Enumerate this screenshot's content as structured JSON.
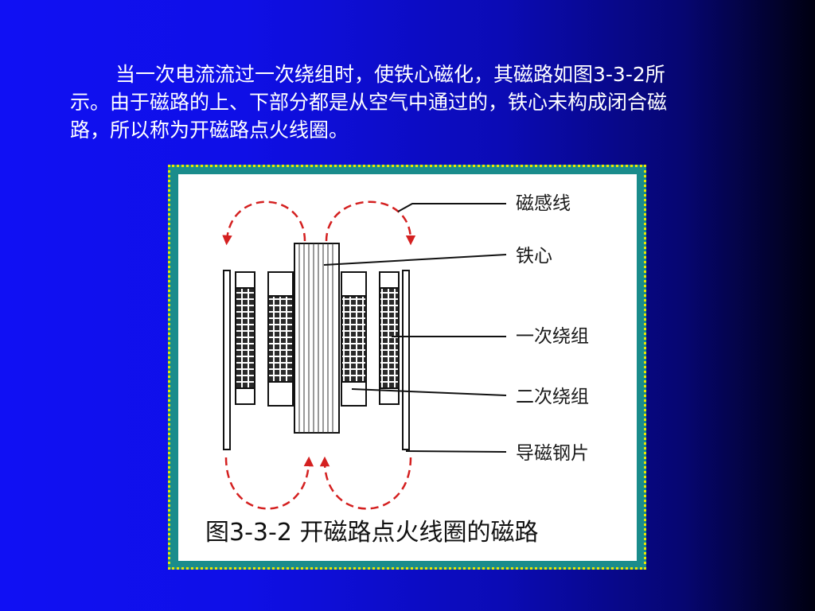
{
  "intro": {
    "line1": "当一次电流流过一次绕组时，使铁心磁化，其磁路如图3-3-2所",
    "line2": "示。由于磁路的上、下部分都是从空气中通过的，铁心未构成闭合磁",
    "line3": "路，所以称为开磁路点火线圈。"
  },
  "figure": {
    "labels": {
      "flux": "磁感线",
      "core": "铁心",
      "primary": "一次绕组",
      "secondary": "二次绕组",
      "steel_sheet": "导磁钢片"
    },
    "caption": "图3-3-2  开磁路点火线圈的磁路"
  },
  "colors": {
    "flux_lines": "#d42020",
    "frame_border": "#e8e800",
    "frame_fill": "#1a8c8c"
  }
}
